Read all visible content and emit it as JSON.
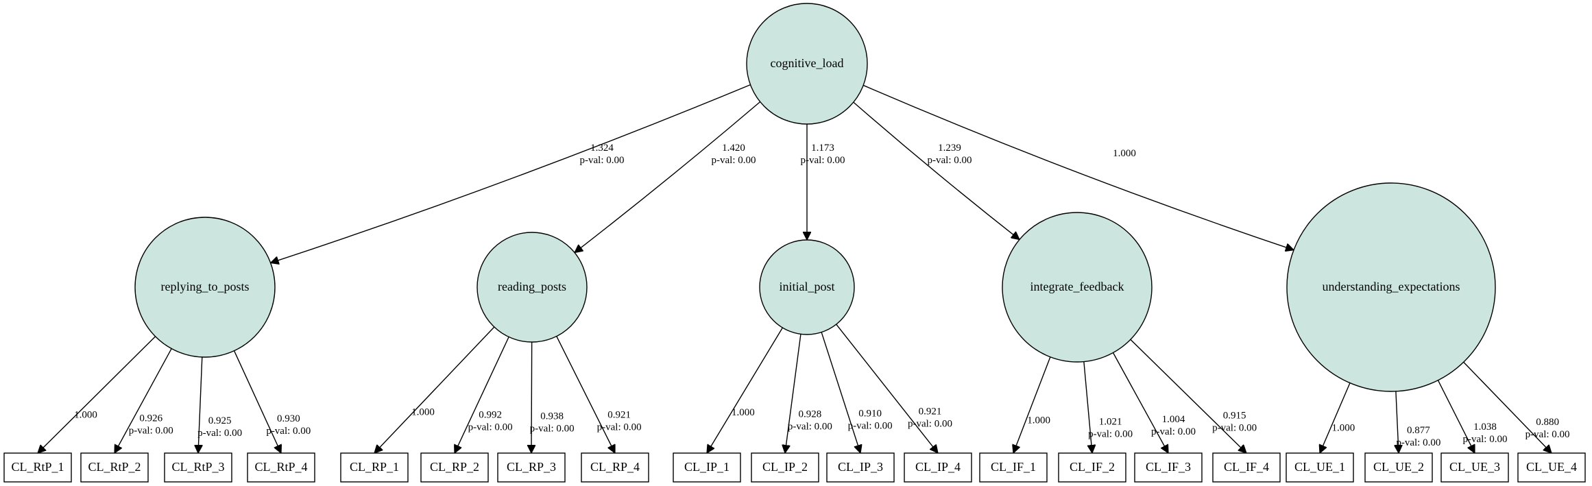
{
  "diagram": {
    "root": {
      "id": "cognitive_load",
      "label": "cognitive_load"
    },
    "factors": [
      {
        "id": "replying_to_posts",
        "label": "replying_to_posts",
        "loading": "1.324",
        "pval": "p-val: 0.00",
        "indicators": [
          {
            "label": "CL_RtP_1",
            "loading": "1.000",
            "pval": ""
          },
          {
            "label": "CL_RtP_2",
            "loading": "0.926",
            "pval": "p-val: 0.00"
          },
          {
            "label": "CL_RtP_3",
            "loading": "0.925",
            "pval": "p-val: 0.00"
          },
          {
            "label": "CL_RtP_4",
            "loading": "0.930",
            "pval": "p-val: 0.00"
          }
        ]
      },
      {
        "id": "reading_posts",
        "label": "reading_posts",
        "loading": "1.420",
        "pval": "p-val: 0.00",
        "indicators": [
          {
            "label": "CL_RP_1",
            "loading": "1.000",
            "pval": ""
          },
          {
            "label": "CL_RP_2",
            "loading": "0.992",
            "pval": "p-val: 0.00"
          },
          {
            "label": "CL_RP_3",
            "loading": "0.938",
            "pval": "p-val: 0.00"
          },
          {
            "label": "CL_RP_4",
            "loading": "0.921",
            "pval": "p-val: 0.00"
          }
        ]
      },
      {
        "id": "initial_post",
        "label": "initial_post",
        "loading": "1.173",
        "pval": "p-val: 0.00",
        "indicators": [
          {
            "label": "CL_IP_1",
            "loading": "1.000",
            "pval": ""
          },
          {
            "label": "CL_IP_2",
            "loading": "0.928",
            "pval": "p-val: 0.00"
          },
          {
            "label": "CL_IP_3",
            "loading": "0.910",
            "pval": "p-val: 0.00"
          },
          {
            "label": "CL_IP_4",
            "loading": "0.921",
            "pval": "p-val: 0.00"
          }
        ]
      },
      {
        "id": "integrate_feedback",
        "label": "integrate_feedback",
        "loading": "1.239",
        "pval": "p-val: 0.00",
        "indicators": [
          {
            "label": "CL_IF_1",
            "loading": "1.000",
            "pval": ""
          },
          {
            "label": "CL_IF_2",
            "loading": "1.021",
            "pval": "p-val: 0.00"
          },
          {
            "label": "CL_IF_3",
            "loading": "1.004",
            "pval": "p-val: 0.00"
          },
          {
            "label": "CL_IF_4",
            "loading": "0.915",
            "pval": "p-val: 0.00"
          }
        ]
      },
      {
        "id": "understanding_expectations",
        "label": "understanding_expectations",
        "loading": "1.000",
        "pval": "",
        "indicators": [
          {
            "label": "CL_UE_1",
            "loading": "1.000",
            "pval": ""
          },
          {
            "label": "CL_UE_2",
            "loading": "0.877",
            "pval": "p-val: 0.00"
          },
          {
            "label": "CL_UE_3",
            "loading": "1.038",
            "pval": "p-val: 0.00"
          },
          {
            "label": "CL_UE_4",
            "loading": "0.880",
            "pval": "p-val: 0.00"
          }
        ]
      }
    ],
    "colors": {
      "latent_fill": "#cce6df",
      "stroke": "#000000",
      "box_fill": "#ffffff"
    }
  }
}
